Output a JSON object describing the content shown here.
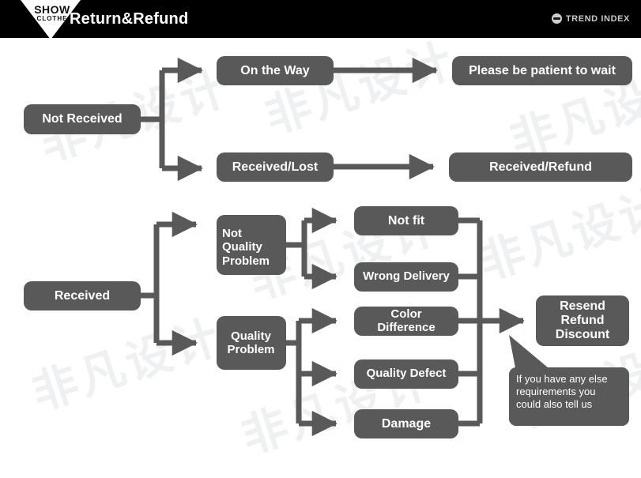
{
  "header": {
    "logo_primary": "SHOW",
    "logo_secondary": "CLOTHE",
    "title": "Return&Refund",
    "brand_label": "TREND INDEX",
    "brand_icon": "globe-icon",
    "bg_color": "#000000",
    "text_color": "#ffffff"
  },
  "theme": {
    "node_fill": "#595959",
    "node_text": "#ffffff",
    "connector_color": "#595959",
    "page_bg": "#ffffff",
    "watermark_text": "非凡设计"
  },
  "diagram": {
    "type": "flowchart",
    "flows": [
      {
        "id": "not-received",
        "root": "Not Received",
        "branches": [
          {
            "stage": "On the Way",
            "outcome": "Please be patient to wait"
          },
          {
            "stage": "Received/Lost",
            "outcome": "Received/Refund"
          }
        ]
      },
      {
        "id": "received",
        "root": "Received",
        "branches": [
          {
            "stage": "Not Quality Problem",
            "reasons": [
              "Not fit",
              "Wrong Delivery"
            ]
          },
          {
            "stage": "Quality Problem",
            "reasons": [
              "Color Difference",
              "Quality Defect",
              "Damage"
            ]
          }
        ],
        "outcome": "Resend Refund Discount",
        "outcome_lines": [
          "Resend",
          "Refund",
          "Discount"
        ],
        "note": "If you have any else requirements you could also tell us",
        "note_lines": [
          "If you have any else",
          "requirements you",
          "could also tell us"
        ]
      }
    ]
  },
  "nodes": {
    "not_received": "Not Received",
    "on_the_way": "On the Way",
    "please_wait": "Please be patient to wait",
    "received_lost": "Received/Lost",
    "received_refund": "Received/Refund",
    "received": "Received",
    "not_quality_l1": "Not",
    "not_quality_l2": "Quality",
    "not_quality_l3": "Problem",
    "quality_l1": "Quality",
    "quality_l2": "Problem",
    "not_fit": "Not fit",
    "wrong_delivery": "Wrong Delivery",
    "color_difference": "Color Difference",
    "quality_defect": "Quality Defect",
    "damage": "Damage",
    "resend_l1": "Resend",
    "resend_l2": "Refund",
    "resend_l3": "Discount",
    "note_l1": "If you have any else",
    "note_l2": "requirements you",
    "note_l3": "could also tell us"
  }
}
